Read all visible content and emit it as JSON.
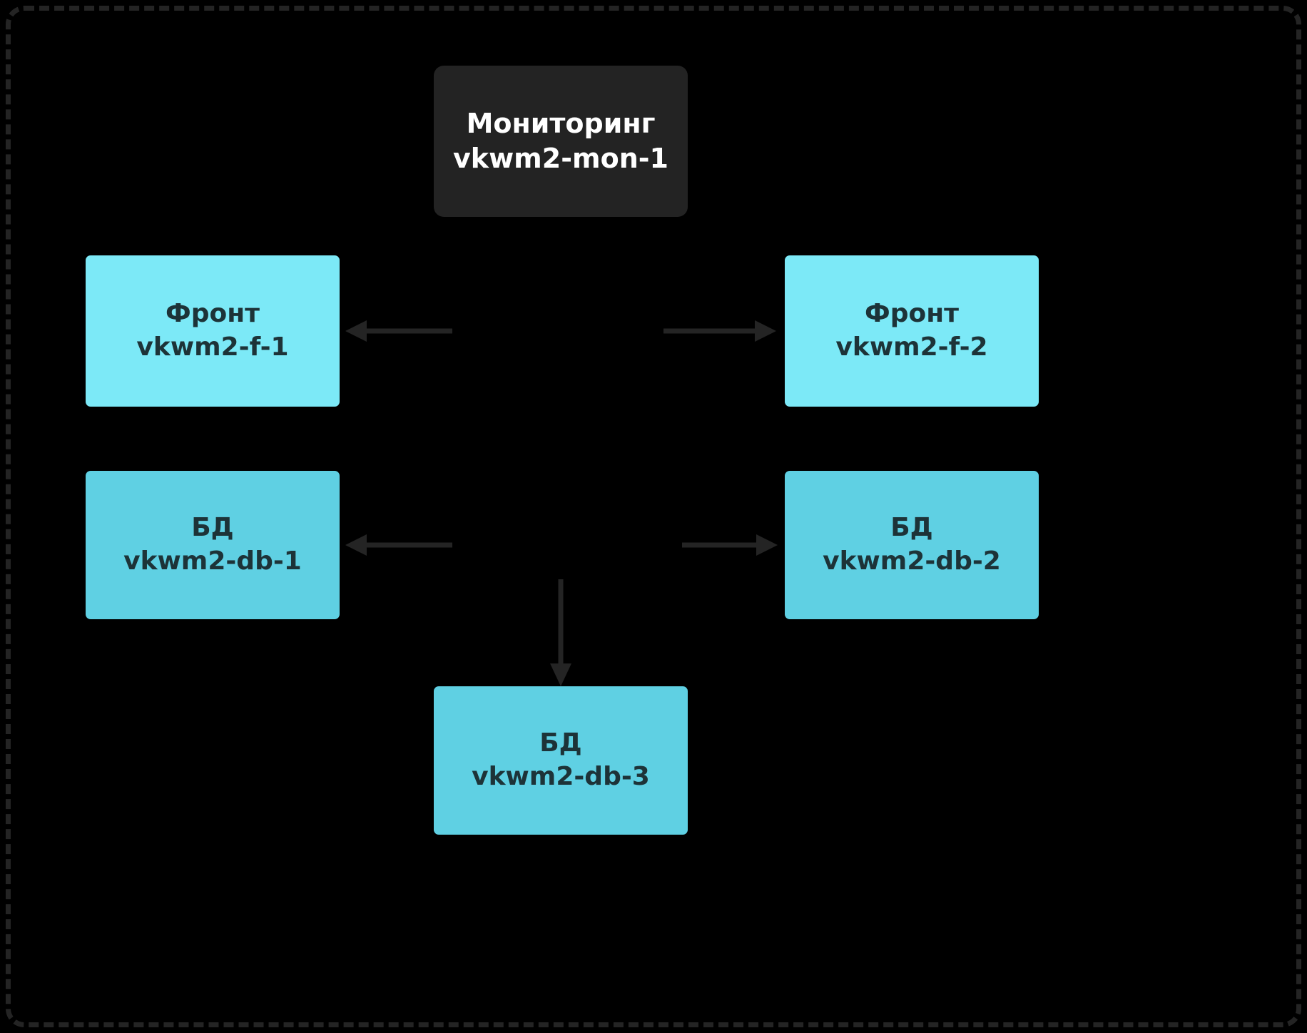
{
  "diagram": {
    "title": "",
    "background_color": "#000000",
    "frame_border_color": "#242424",
    "nodes": [
      {
        "id": "mon",
        "role": "Мониторинг",
        "hostname": "vkwm2-mon-1",
        "fill": "#232323",
        "text_color": "#ffffff"
      },
      {
        "id": "front1",
        "role": "Фронт",
        "hostname": "vkwm2-f-1",
        "fill": "#7ce9f7",
        "text_color": "#1d3338"
      },
      {
        "id": "front2",
        "role": "Фронт",
        "hostname": "vkwm2-f-2",
        "fill": "#7ce9f7",
        "text_color": "#1d3338"
      },
      {
        "id": "db1",
        "role": "БД",
        "hostname": "vkwm2-db-1",
        "fill": "#5fd0e3",
        "text_color": "#1d3338"
      },
      {
        "id": "db2",
        "role": "БД",
        "hostname": "vkwm2-db-2",
        "fill": "#5fd0e3",
        "text_color": "#1d3338"
      },
      {
        "id": "db3",
        "role": "БД",
        "hostname": "vkwm2-db-3",
        "fill": "#5fd0e3",
        "text_color": "#1d3338"
      }
    ],
    "arrows": [
      {
        "id": "front-left",
        "direction": "left",
        "color": "#242424"
      },
      {
        "id": "front-right",
        "direction": "right",
        "color": "#242424"
      },
      {
        "id": "db-left",
        "direction": "left",
        "color": "#242424"
      },
      {
        "id": "db-right",
        "direction": "right",
        "color": "#242424"
      },
      {
        "id": "db-down",
        "direction": "down",
        "color": "#242424"
      }
    ]
  }
}
